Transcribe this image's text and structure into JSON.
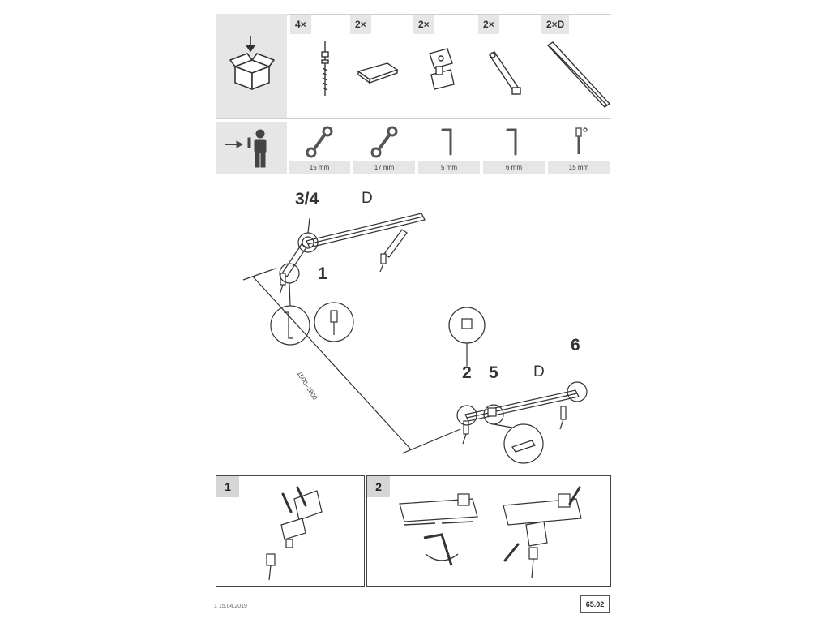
{
  "parts": {
    "quantities": [
      "4×",
      "2×",
      "2×",
      "2×",
      "2×D"
    ],
    "items": [
      "hanger-bolt-icon",
      "clamp-icon",
      "bracket-icon",
      "support-icon",
      "rail-icon"
    ]
  },
  "tools": {
    "sizes": [
      "15 mm",
      "17 mm",
      "5 mm",
      "6 mm",
      "15 mm"
    ],
    "items": [
      "wrench-icon",
      "wrench-icon",
      "hex-key-icon",
      "hex-key-icon",
      "socket-wrench-icon"
    ]
  },
  "diagram": {
    "label_3_4": "3/4",
    "label_d_upper": "D",
    "label_1": "1",
    "label_2": "2",
    "label_5": "5",
    "label_d_lower": "D",
    "label_6": "6",
    "dimension": "1500–1800"
  },
  "panels": {
    "panel1_number": "1",
    "panel2_number": "2"
  },
  "footer": {
    "revision": "1  15.04.2019",
    "doc_code": "65.02"
  }
}
